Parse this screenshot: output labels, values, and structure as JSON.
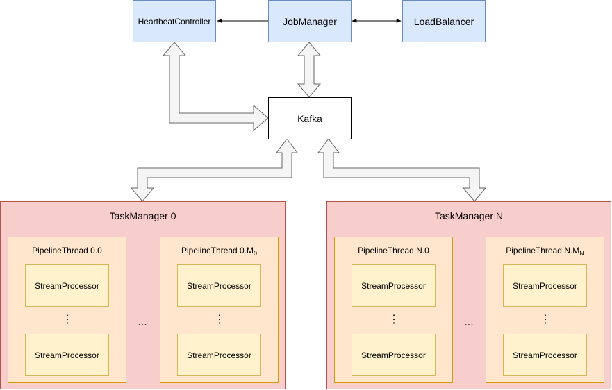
{
  "nodes": {
    "heartbeat_controller": "HeartbeatController",
    "job_manager": "JobManager",
    "load_balancer": "LoadBalancer",
    "kafka": "Kafka"
  },
  "task_managers": [
    {
      "title": "TaskManager 0",
      "gap_ellipsis": "...",
      "threads": [
        {
          "title": "PipelineThread 0.0",
          "title_sub": "",
          "processors": [
            "StreamProcessor",
            "StreamProcessor"
          ],
          "ellipsis": "⋮"
        },
        {
          "title": "PipelineThread 0.M",
          "title_sub": "0",
          "processors": [
            "StreamProcessor",
            "StreamProcessor"
          ],
          "ellipsis": "⋮"
        }
      ]
    },
    {
      "title": "TaskManager N",
      "gap_ellipsis": "...",
      "threads": [
        {
          "title": "PipelineThread N.0",
          "title_sub": "",
          "processors": [
            "StreamProcessor",
            "StreamProcessor"
          ],
          "ellipsis": "⋮"
        },
        {
          "title": "PipelineThread N.M",
          "title_sub": "N",
          "processors": [
            "StreamProcessor",
            "StreamProcessor"
          ],
          "ellipsis": "⋮"
        }
      ]
    }
  ],
  "colors": {
    "blue_fill": "#dae8fc",
    "blue_stroke": "#6c8ebf",
    "red_fill": "#f8cecc",
    "red_stroke": "#b85450",
    "orange_fill": "#ffe6cc",
    "orange_stroke": "#d79b00",
    "yellow_fill": "#fff2cc",
    "yellow_stroke": "#d6b656",
    "arrow_fill": "#f5f5f5",
    "arrow_stroke": "#666666"
  }
}
